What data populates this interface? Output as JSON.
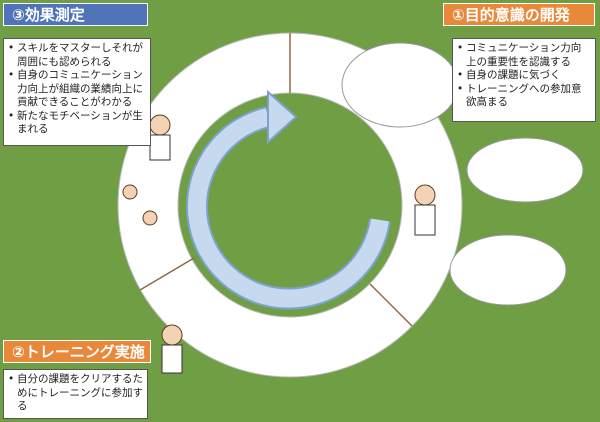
{
  "step3": {
    "title": "③効果測定",
    "bullets": [
      "スキルをマスターしそれが周囲にも認められる",
      "自身のコミュニケーション力向上が組織の業績向上に貢献できることがわかる",
      "新たなモチベーションが生まれる"
    ]
  },
  "step1": {
    "title": "①目的意識の開発",
    "bullets": [
      "コミュニケーション力向上の重要性を認識する",
      "自身の課題に気づく",
      "トレーニングへの参加意欲高まる"
    ]
  },
  "step2": {
    "title": "②トレーニング実施",
    "bullets": [
      "自分の課題をクリアするためにトレーニングに参加する"
    ]
  },
  "colors": {
    "background": "#6f9e45",
    "ring": "#ffffff",
    "cycle_arrow": "#c6d9ef",
    "header_blue": "#4f74b8",
    "header_orange": "#e8883a"
  }
}
